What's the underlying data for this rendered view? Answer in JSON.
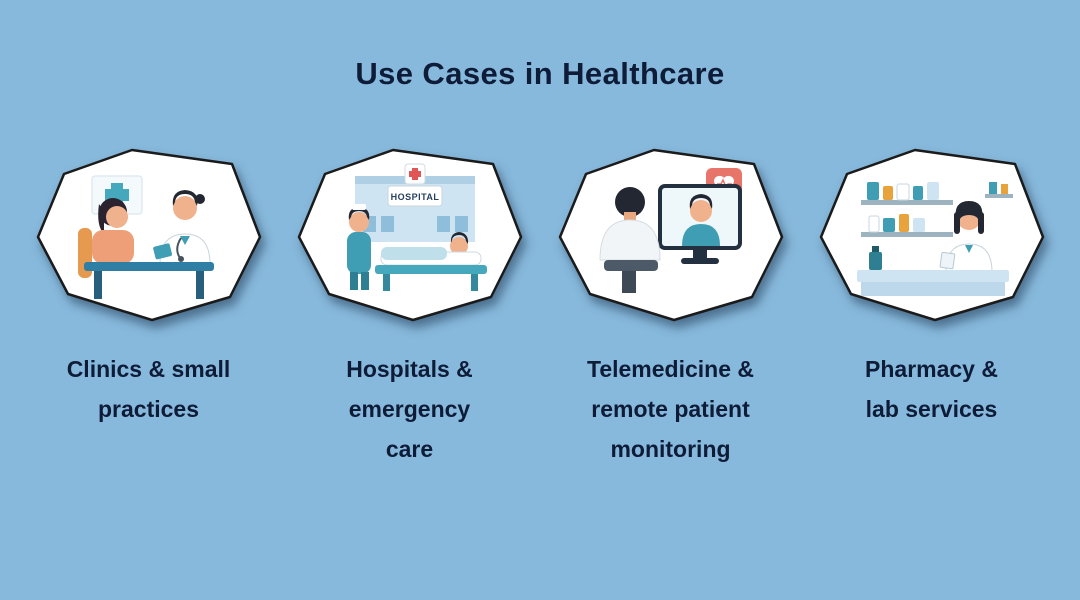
{
  "title": "Use Cases in Healthcare",
  "cards": [
    {
      "label": "Clinics & small practices",
      "illustration": "doctor-patient-consultation"
    },
    {
      "label": "Hospitals & emergency care",
      "illustration": "nurse-with-patient-in-hospital-bed",
      "sign_text": "HOSPITAL"
    },
    {
      "label": "Telemedicine & remote patient monitoring",
      "illustration": "video-call-with-doctor-on-screen"
    },
    {
      "label": "Pharmacy & lab services",
      "illustration": "pharmacist-at-counter-with-shelves"
    }
  ],
  "colors": {
    "background": "#87b9dc",
    "heading_text": "#0e1c38",
    "shape_fill": "#ffffff",
    "shape_outline": "#1b1b1b",
    "accent_teal": "#3f9eb3",
    "accent_red": "#e25555",
    "skin_tone": "#f0b28d"
  }
}
